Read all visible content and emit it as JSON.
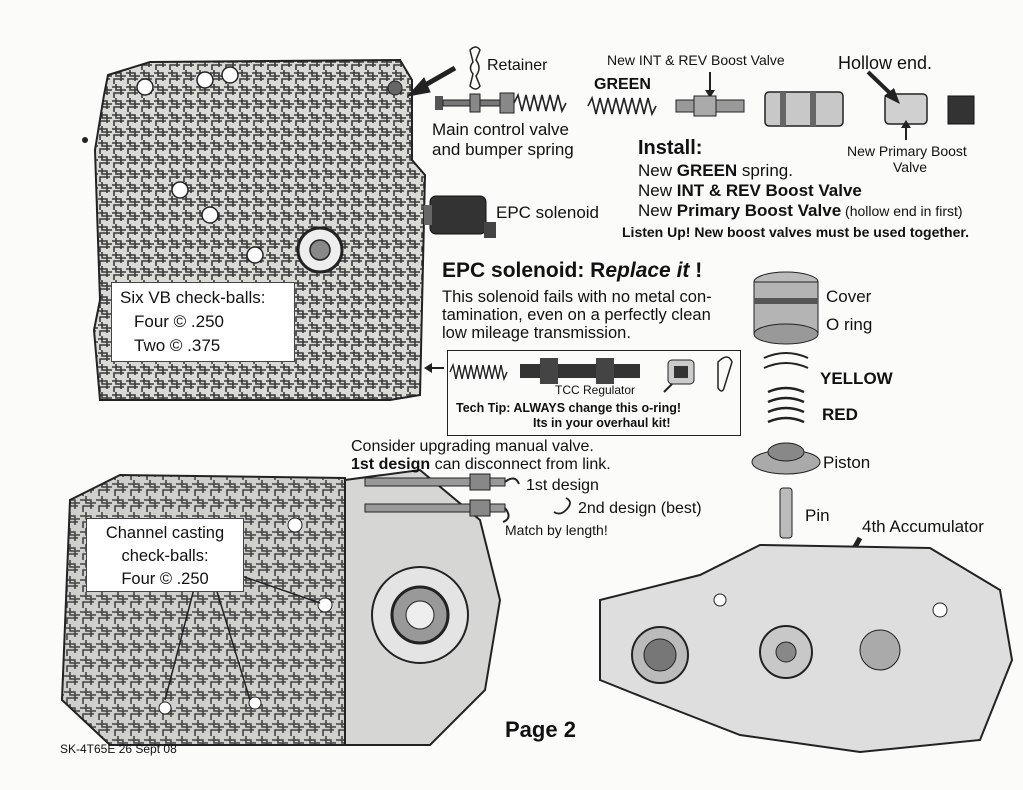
{
  "labels": {
    "retainer": "Retainer",
    "main_control_1": "Main control valve",
    "main_control_2": "and bumper spring",
    "epc_solenoid": "EPC solenoid",
    "green": "GREEN",
    "new_int_rev": "New INT & REV Boost Valve",
    "hollow_end": "Hollow end.",
    "primary_boost_1": "New Primary Boost",
    "primary_boost_2": "Valve",
    "cover": "Cover",
    "o_ring": "O ring",
    "yellow": "YELLOW",
    "red": "RED",
    "piston": "Piston",
    "pin": "Pin",
    "accumulator": "4th Accumulator"
  },
  "install": {
    "heading": "Install:",
    "line1_prefix": "New ",
    "line1_bold": "GREEN",
    "line1_suffix": " spring.",
    "line2_prefix": "New ",
    "line2_bold": "INT & REV Boost Valve",
    "line3_prefix": "New ",
    "line3_bold": "Primary Boost Valve",
    "line3_suffix": " (hollow end in first)",
    "listen": "Listen Up! New  boost valves must be used together."
  },
  "epc": {
    "heading_a": "EPC solenoid:  R",
    "heading_b": "eplace it",
    "heading_c": " !",
    "line1": "This solenoid fails with no metal con-",
    "line2": "tamination, even on a perfectly clean",
    "line3": "low mileage transmission."
  },
  "tcc": {
    "label": "TCC Regulator",
    "tip1": "Tech Tip: ALWAYS change this o-ring!",
    "tip2": "Its in your overhaul kit!"
  },
  "vb_checkballs": {
    "title": "Six VB check-balls:",
    "row1": "Four  ©  .250",
    "row2": "Two  ©  .375"
  },
  "channel_checkballs": {
    "line1": "Channel casting",
    "line2": "check-balls:",
    "line3": "Four  © .250"
  },
  "manual_valve": {
    "line1": "Consider upgrading manual valve.",
    "line2_bold": "1st design",
    "line2_rest": " can disconnect from link.",
    "first": "1st design",
    "second": "2nd design (best)",
    "match": "Match by length!"
  },
  "page": "Page 2",
  "footer": "SK-4T65E  26 Sept 08",
  "colors": {
    "ink": "#111111",
    "paper": "#fbfbf9",
    "metal": "#cfcfcf"
  }
}
